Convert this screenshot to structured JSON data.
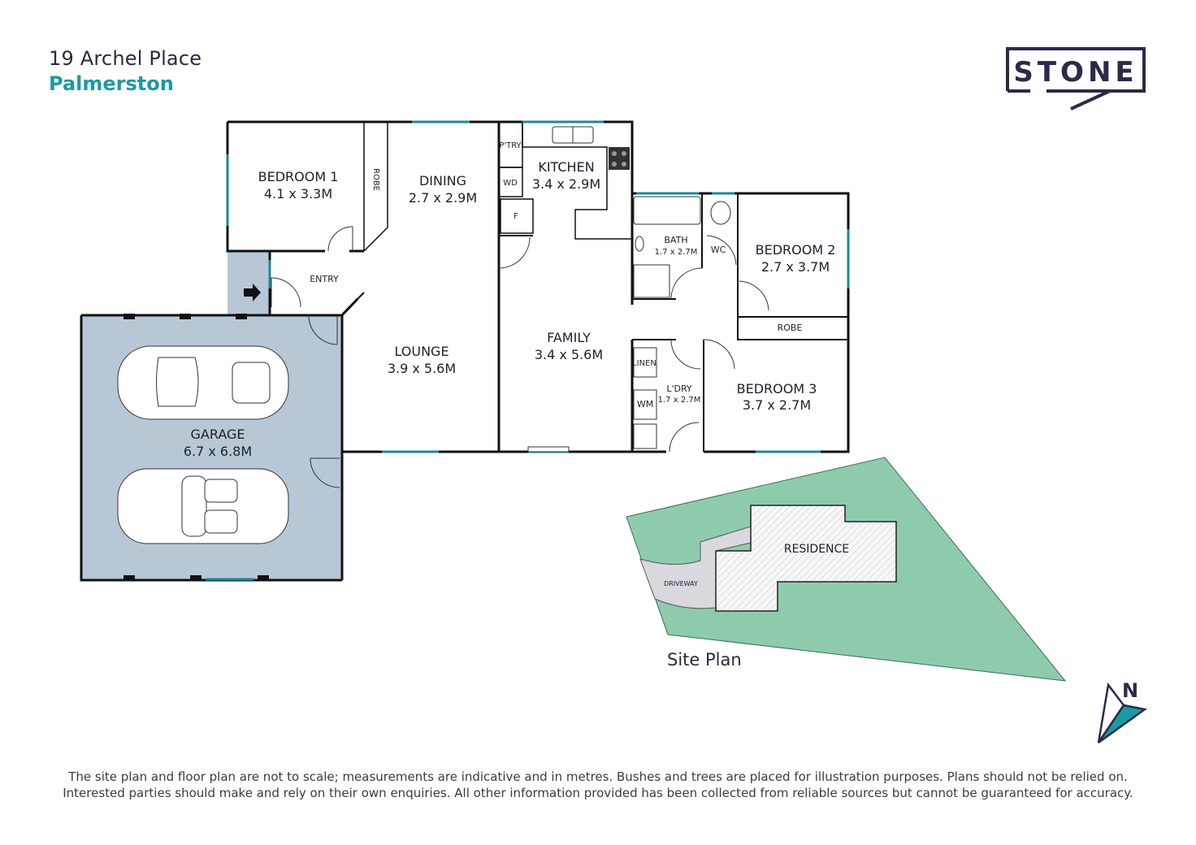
{
  "header": {
    "address": "19 Archel Place",
    "suburb": "Palmerston"
  },
  "brand": {
    "logo_text": "STONE",
    "primary_color": "#2b2a4a",
    "accent_color": "#1a9aa3"
  },
  "floor_plan": {
    "rooms": [
      {
        "name": "BEDROOM 1",
        "size": "4.1 x 3.3M"
      },
      {
        "name": "DINING",
        "size": "2.7 x 2.9M"
      },
      {
        "name": "KITCHEN",
        "size": "3.4 x 2.9M"
      },
      {
        "name": "BATH",
        "size": "1.7 x 2.7M"
      },
      {
        "name": "BEDROOM 2",
        "size": "2.7 x 3.7M"
      },
      {
        "name": "LOUNGE",
        "size": "3.9 x 5.6M"
      },
      {
        "name": "FAMILY",
        "size": "3.4 x 5.6M"
      },
      {
        "name": "BEDROOM 3",
        "size": "3.7 x 2.7M"
      },
      {
        "name": "L'DRY",
        "size": "1.7 x 2.7M"
      },
      {
        "name": "GARAGE",
        "size": "6.7 x 6.8M"
      }
    ],
    "minor_labels": {
      "robe_1": "ROBE",
      "robe_2": "ROBE",
      "entry": "ENTRY",
      "pantry": "P'TRY",
      "wd": "WD",
      "fridge": "F",
      "wc": "WC",
      "linen": "LINEN",
      "wm": "WM"
    },
    "colors": {
      "wall": "#111111",
      "window": "#1a8a99",
      "garage_fill": "#b7c7d6"
    }
  },
  "site_plan": {
    "title": "Site Plan",
    "residence_label": "RESIDENCE",
    "driveway_label": "DRIVEWAY",
    "colors": {
      "lot": "#8ecbad",
      "driveway": "#d8d8de",
      "residence": "#f4f4f4"
    }
  },
  "compass": {
    "label": "N",
    "accent": "#1a9aa3"
  },
  "disclaimer": {
    "line1": "The site plan and floor plan are not to scale; measurements are indicative and in metres. Bushes and trees are placed for illustration purposes. Plans should not be relied on.",
    "line2": "Interested parties should make and rely on their own enquiries. All other information provided has been collected from reliable sources but cannot be guaranteed for accuracy."
  }
}
